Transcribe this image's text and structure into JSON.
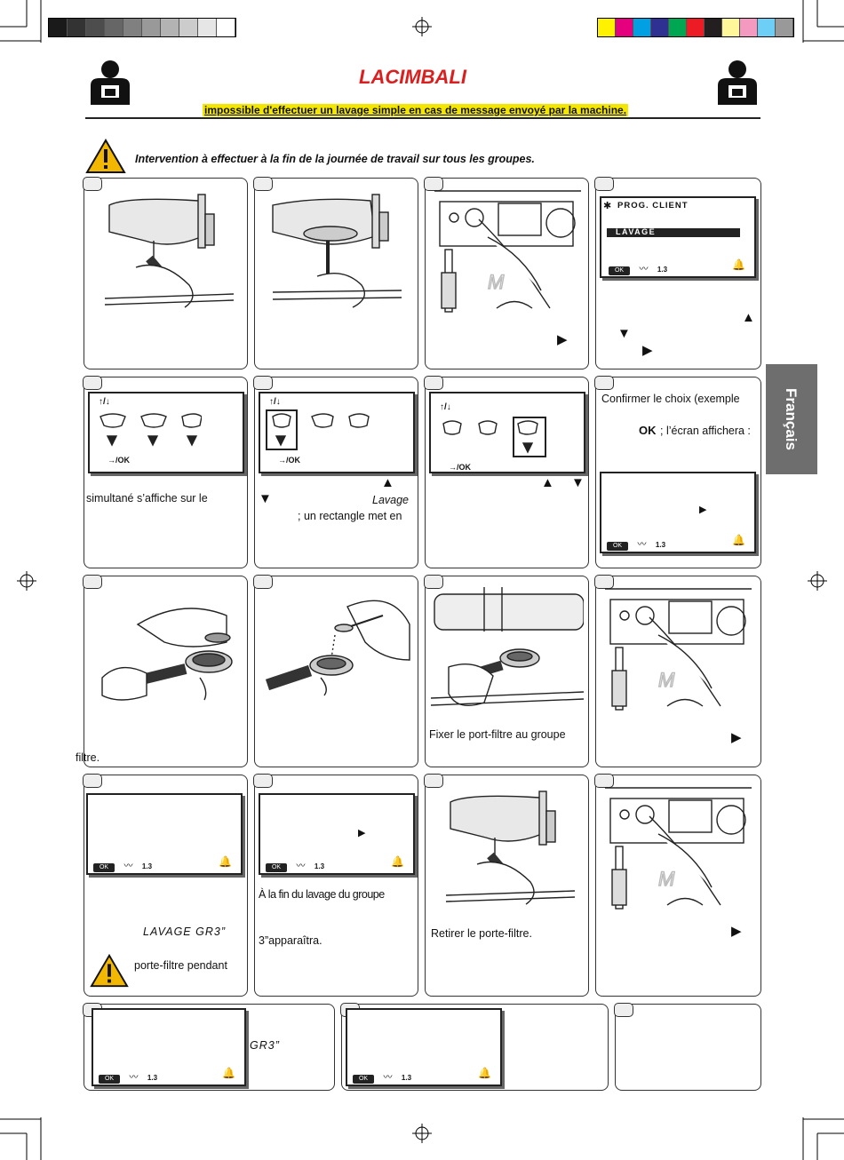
{
  "brand": {
    "logo": "LACIMBALI",
    "color_red": "#d7201f"
  },
  "header": {
    "warning_line": "impossible d'effectuer un lavage simple en cas de message envoyé par la machine.",
    "highlight": "#f3e600"
  },
  "intro": "Intervention à effectuer à la fin de la journée de travail sur tous les groupes.",
  "side_tab": "Français",
  "lcd": {
    "menu_star": "✱",
    "menu_title": "PROG. CLIENT",
    "menu_item": "LAVAGE",
    "ok": "OK",
    "bar": "bar",
    "bar_val": "1.3",
    "up_down": "↑/↓",
    "to_ok": "→/OK"
  },
  "text": {
    "p5": "simultané s’affiche sur le",
    "p6a": "Lavage",
    "p6b": "; un rectangle met en",
    "p8a": "Confirmer le choix (exemple",
    "p8b": "; l’écran affichera :",
    "p8ok": "OK",
    "p9": "filtre.",
    "p11": "Fixer le port-filtre au groupe",
    "p13a": "LAVAGE GR3”",
    "p13b": "porte-filtre pendant",
    "p14a": "À la fin du lavage du groupe",
    "p14b": "3”apparaîtra.",
    "p15": "Retirer le porte-filtre.",
    "p17": "GR3”"
  },
  "symbols": {
    "up": "▲",
    "down": "▼",
    "right": "▶"
  },
  "colorbar": [
    "#fff200",
    "#e5007e",
    "#00a0e3",
    "#2e3192",
    "#00a651",
    "#ed1c24",
    "#231f20",
    "#fff799",
    "#f49ac1",
    "#6dcff6",
    "#999999"
  ],
  "graybar": [
    "#1a1a1a",
    "#333",
    "#4d4d4d",
    "#666",
    "#808080",
    "#999",
    "#b3b3b3",
    "#ccc",
    "#e6e6e6",
    "#fff"
  ]
}
